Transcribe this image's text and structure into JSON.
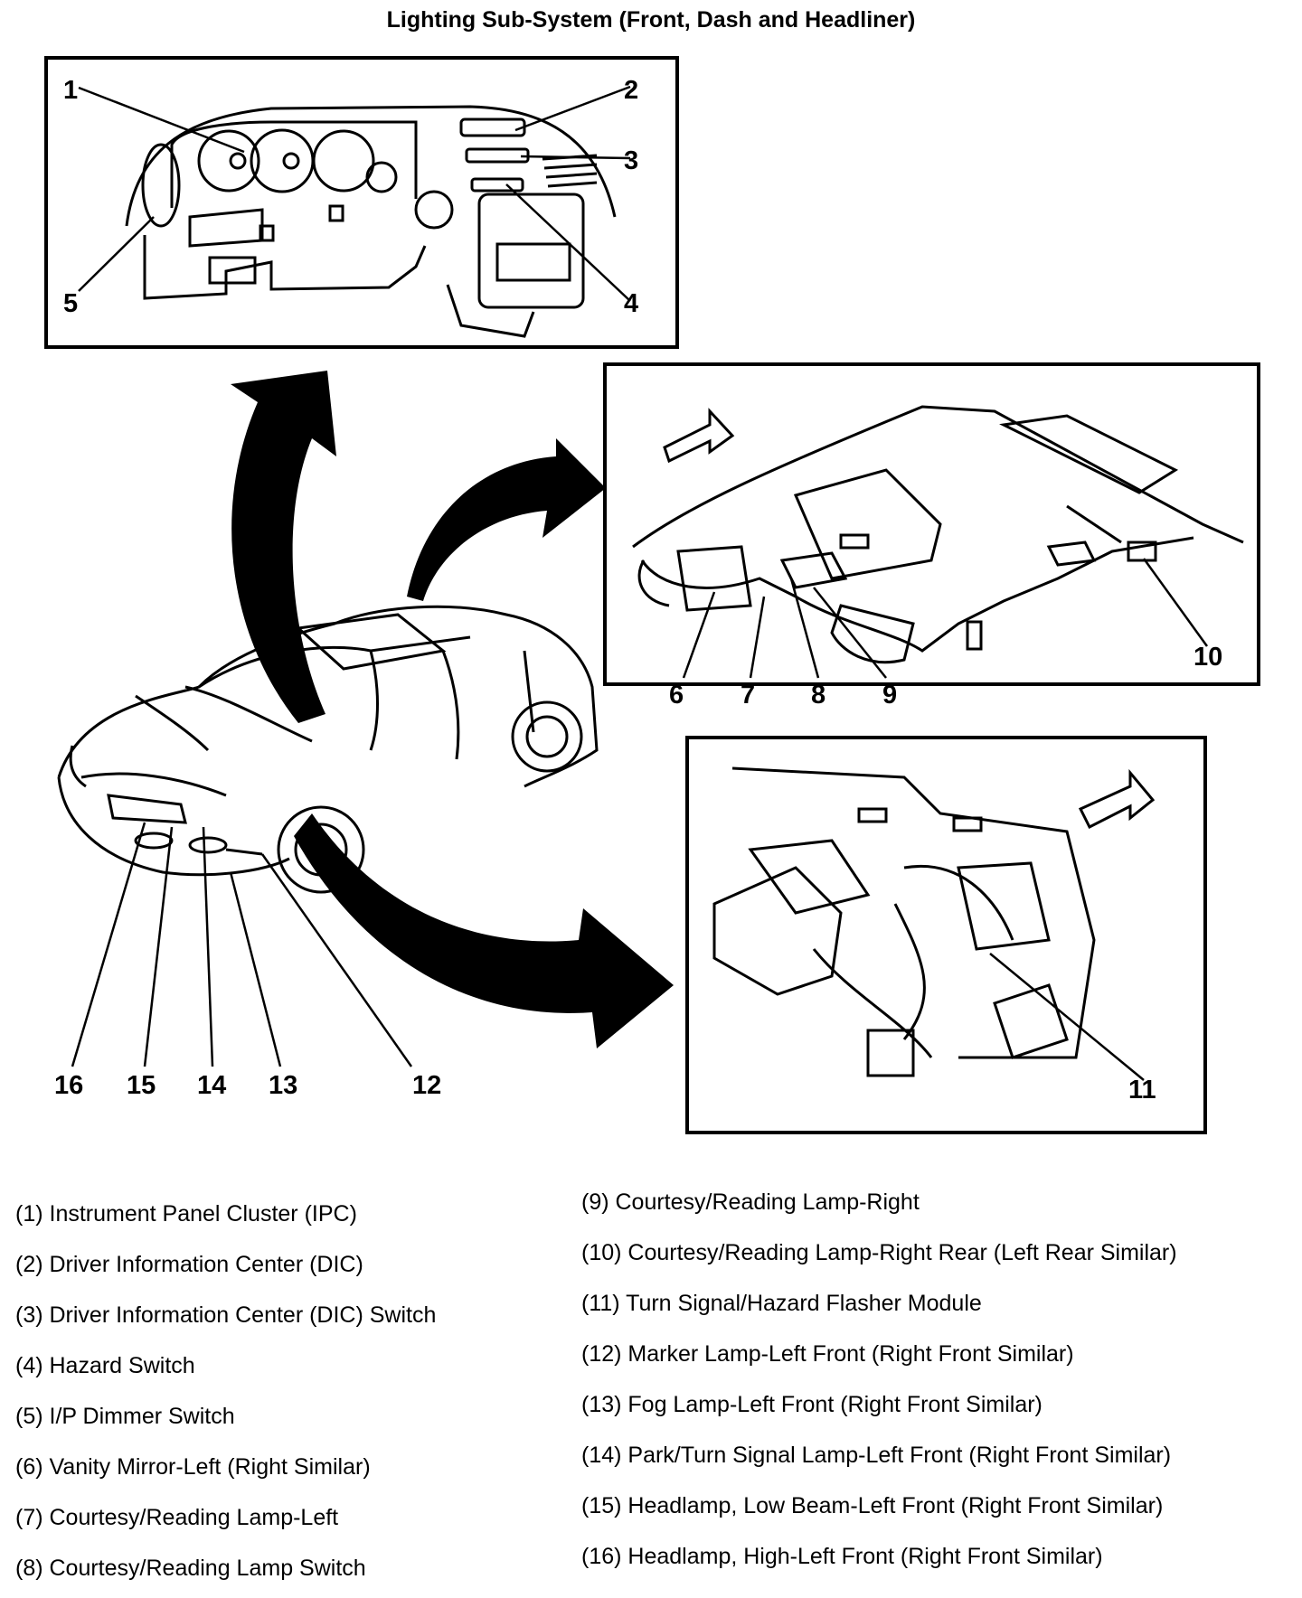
{
  "title": "Lighting Sub-System (Front, Dash and Headliner)",
  "callouts": [
    "1",
    "2",
    "3",
    "4",
    "5",
    "6",
    "7",
    "8",
    "9",
    "10",
    "11",
    "12",
    "13",
    "14",
    "15",
    "16"
  ],
  "legend_left": [
    "(1) Instrument Panel Cluster (IPC)",
    "(2) Driver Information Center (DIC)",
    "(3) Driver Information Center (DIC) Switch",
    "(4) Hazard Switch",
    "(5) I/P Dimmer Switch",
    "(6) Vanity Mirror-Left (Right Similar)",
    "(7) Courtesy/Reading Lamp-Left",
    "(8) Courtesy/Reading Lamp Switch"
  ],
  "legend_right": [
    "(9) Courtesy/Reading Lamp-Right",
    "(10) Courtesy/Reading Lamp-Right Rear (Left Rear Similar)",
    "(11) Turn Signal/Hazard Flasher Module",
    "(12) Marker Lamp-Left Front (Right Front Similar)",
    "(13) Fog Lamp-Left Front (Right Front Similar)",
    "(14) Park/Turn Signal Lamp-Left Front (Right Front Similar)",
    "(15) Headlamp, Low Beam-Left Front (Right Front Similar)",
    "(16) Headlamp, High-Left Front (Right Front Similar)"
  ]
}
